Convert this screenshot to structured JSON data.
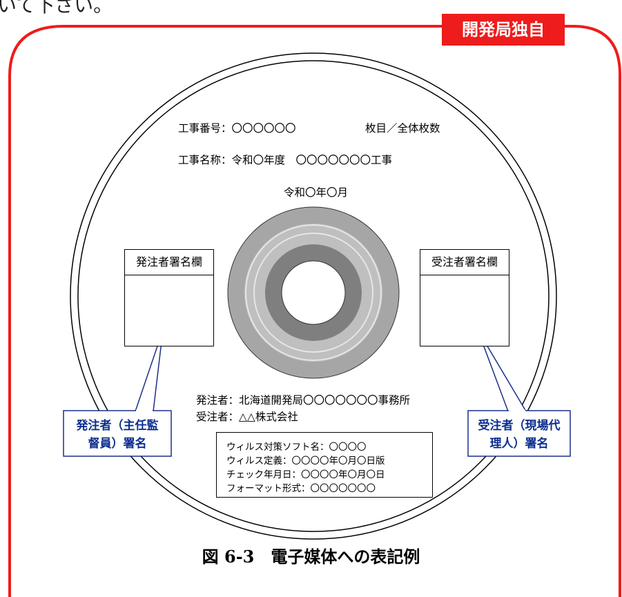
{
  "top_text": "いて下さい。",
  "badge": "開発局独自",
  "disc": {
    "line_construction_no": "工事番号：〇〇〇〇〇〇",
    "line_sheet": "枚目／全体枚数",
    "line_construction_name": "工事名称：令和〇年度　〇〇〇〇〇〇〇工事",
    "line_date": "令和〇年〇月",
    "orderer_box_label": "発注者署名欄",
    "contractor_box_label": "受注者署名欄",
    "line_orderer": "発注者：北海道開発局〇〇〇〇〇〇〇事務所",
    "line_contractor": "受注者：△△株式会社"
  },
  "virus_info": [
    "ウィルス対策ソフト名：〇〇〇〇",
    "ウィルス定義：〇〇〇〇年〇月〇日版",
    "チェック年月日：〇〇〇〇年〇月〇日",
    "フォーマット形式：〇〇〇〇〇〇〇"
  ],
  "callout_left": [
    "発注者（主任監",
    "督員）署名"
  ],
  "callout_right": [
    "受注者（現場代",
    "理人）署名"
  ],
  "caption": "図 6-3　電子媒体への表記例",
  "colors": {
    "frame_red": "#ee1c1c",
    "callout_blue": "#1a2f8a",
    "hub_outer_gray": "#a6a6a6",
    "hub_inner_gray": "#7f7f7f"
  }
}
